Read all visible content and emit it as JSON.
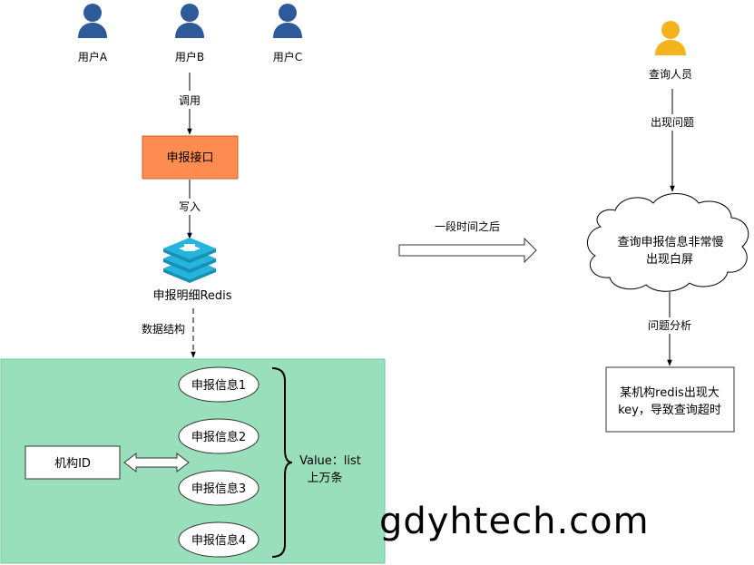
{
  "users": [
    {
      "label": "用户A"
    },
    {
      "label": "用户B"
    },
    {
      "label": "用户C"
    }
  ],
  "flow_left": {
    "call_label": "调用",
    "api_box": "申报接口",
    "write_label": "写入",
    "redis_label": "申报明细Redis",
    "data_struct_label": "数据结构"
  },
  "structure": {
    "key_box": "机构ID",
    "items": [
      "申报信息1",
      "申报信息2",
      "申报信息3",
      "申报信息4"
    ],
    "value_line1": "Value：list",
    "value_line2": "上万条"
  },
  "middle": {
    "arrow_label": "一段时间之后"
  },
  "flow_right": {
    "actor_label": "查询人员",
    "problem_label": "出现问题",
    "cloud_line1": "查询申报信息非常慢",
    "cloud_line2": "出现白屏",
    "analysis_label": "问题分析",
    "result_line1": "某机构redis出现大",
    "result_line2": "key，导致查询超时"
  },
  "watermark": "gdyhtech.com",
  "colors": {
    "user_icon": "#2f5a9a",
    "actor_icon": "#f5b21c",
    "api_box_fill": "#ff8c50",
    "structure_fill": "#99dfbb",
    "structure_border": "#6cc99a",
    "redis_icon": "#23b5df"
  }
}
